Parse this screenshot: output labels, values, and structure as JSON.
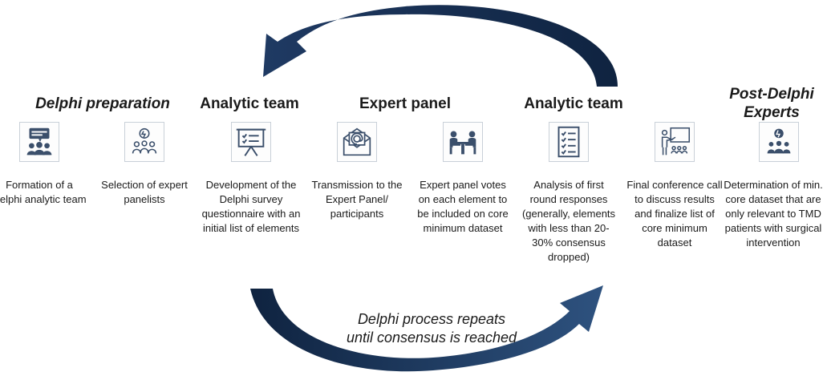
{
  "headings": {
    "delphi_preparation": "Delphi preparation",
    "analytic_team_1": "Analytic team",
    "expert_panel": "Expert panel",
    "analytic_team_2": "Analytic team",
    "post_delphi_line1": "Post-Delphi",
    "post_delphi_line2": "Experts"
  },
  "steps": [
    {
      "icon": "meeting-icon",
      "text": "Formation of a Delphi analytic team"
    },
    {
      "icon": "idea-group-icon",
      "text": "Selection of expert panelists"
    },
    {
      "icon": "presentation-board-icon",
      "text": "Development of the Delphi survey questionnaire with an initial list of elements"
    },
    {
      "icon": "email-envelope-icon",
      "text": "Transmission to the Expert Panel/ participants"
    },
    {
      "icon": "table-discussion-icon",
      "text": "Expert panel votes on each element to be included on core minimum dataset"
    },
    {
      "icon": "checklist-icon",
      "text": "Analysis of first round responses (generally, elements with less than 20-30% consensus dropped)"
    },
    {
      "icon": "conference-icon",
      "text": "Final conference call to discuss results and finalize list of core minimum dataset"
    },
    {
      "icon": "idea-group-icon",
      "text": "Determination of min. core dataset that are only relevant to TMD patients with surgical intervention"
    }
  ],
  "loop_label_line1": "Delphi process repeats",
  "loop_label_line2": "until consensus is reached",
  "colors": {
    "arrow_dark": "#0f2340",
    "arrow_light": "#3a5f8f",
    "icon": "#3b4f6b"
  }
}
